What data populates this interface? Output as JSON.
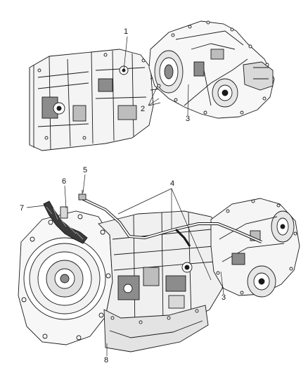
{
  "callouts": {
    "c1": "1",
    "c2": "2",
    "c3a": "3",
    "c3b": "3",
    "c4": "4",
    "c5": "5",
    "c6": "6",
    "c7": "7",
    "c8": "8"
  },
  "colors": {
    "line": "#1a1a1a",
    "shade": "#8c8c8c",
    "light": "#d9d9d9",
    "background": "#ffffff"
  }
}
